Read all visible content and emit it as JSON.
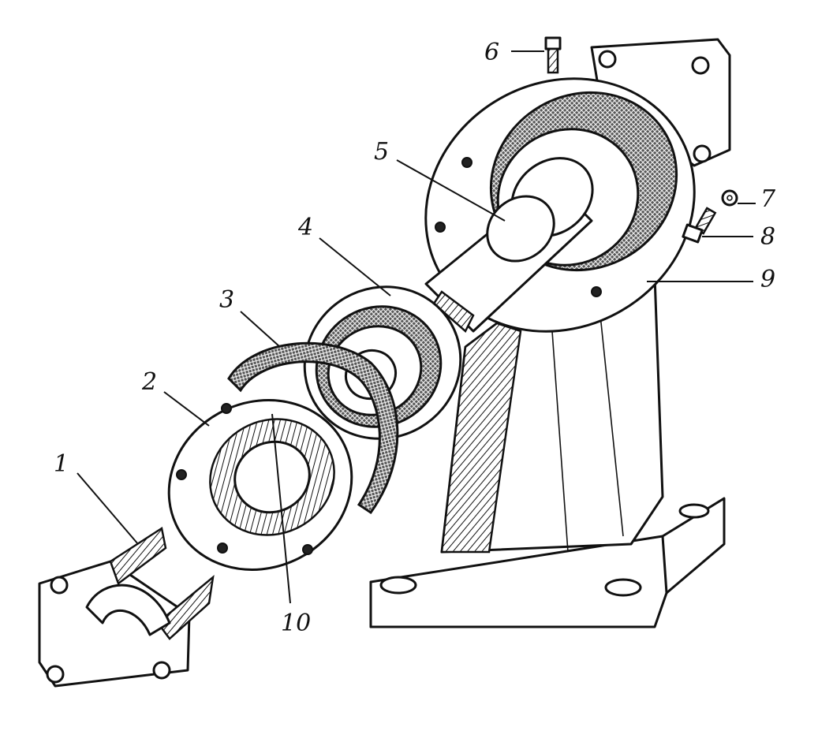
{
  "callouts": [
    {
      "id": "1",
      "label": "1"
    },
    {
      "id": "2",
      "label": "2"
    },
    {
      "id": "3",
      "label": "3"
    },
    {
      "id": "4",
      "label": "4"
    },
    {
      "id": "5",
      "label": "5"
    },
    {
      "id": "6",
      "label": "6"
    },
    {
      "id": "7",
      "label": "7"
    },
    {
      "id": "8",
      "label": "8"
    },
    {
      "id": "9",
      "label": "9"
    },
    {
      "id": "10",
      "label": "10"
    }
  ],
  "colors": {
    "ink": "#111111",
    "paper": "#ffffff"
  }
}
